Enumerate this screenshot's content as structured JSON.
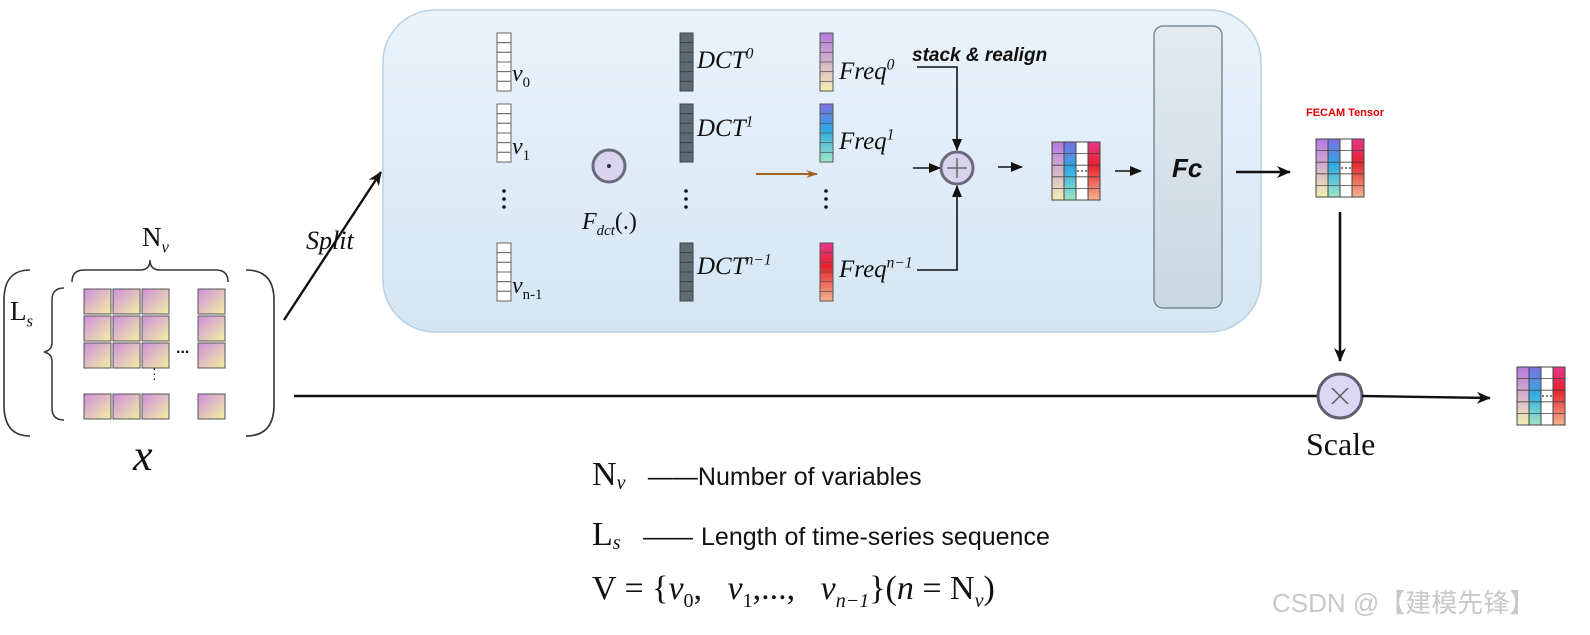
{
  "input": {
    "nv_label": "N",
    "nv_sub": "v",
    "ls_label": "L",
    "ls_sub": "s",
    "x_label": "x",
    "ellipsis": "..."
  },
  "split_label": "Split",
  "panel": {
    "vectors": [
      {
        "name": "v",
        "sub": "0"
      },
      {
        "name": "v",
        "sub": "1"
      },
      {
        "name": "v",
        "sub": "n-1"
      }
    ],
    "fdct": {
      "name": "F",
      "sub": "dct",
      "suffix": "(.)"
    },
    "dct": [
      {
        "name": "DCT",
        "sup": "0"
      },
      {
        "name": "DCT",
        "sup": "1"
      },
      {
        "name": "DCT",
        "sup": "n−1"
      }
    ],
    "freq": [
      {
        "name": "Freq",
        "sup": "0"
      },
      {
        "name": "Freq",
        "sup": "1"
      },
      {
        "name": "Freq",
        "sup": "n−1"
      }
    ],
    "stack_label": "stack & realign",
    "fc_label": "Fc"
  },
  "fecam_label": "FECAM Tensor",
  "scale_label": "Scale",
  "legend": [
    {
      "sym": "N",
      "sub": "v",
      "dash": "——",
      "desc": "Number of variables"
    },
    {
      "sym": "L",
      "sub": "s",
      "dash": "——",
      "desc": "Length of time-series sequence"
    }
  ],
  "formula": {
    "lhs": "V = {",
    "v0": "v",
    "v0_sub": "0",
    "v1": "v",
    "v1_sub": "1",
    "dots": ",...,",
    "vn": "v",
    "vn_sub": "n−1",
    "close": "}(",
    "n": "n",
    "eq": " = N",
    "nsub": "v",
    "end": ")"
  },
  "watermark": "CSDN @【建模先锋】",
  "colors": {
    "panel_fill": "#deedf8",
    "fc_fill": "#d9e4ec",
    "fecam_red": "#e00000",
    "node_fill": "#d9d3f0",
    "orange_arrow": "#a0621c"
  }
}
